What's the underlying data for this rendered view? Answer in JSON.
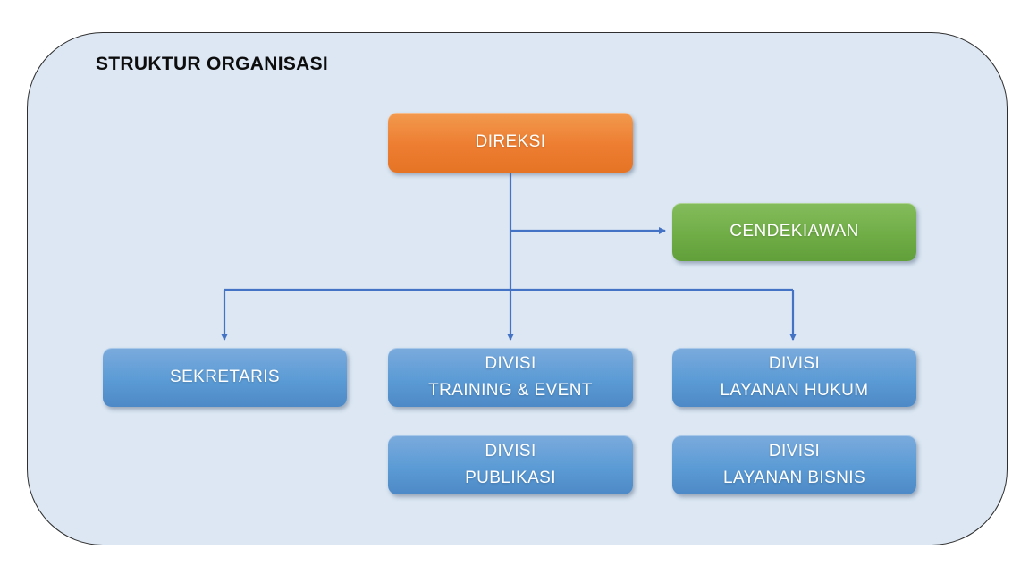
{
  "title": "STRUKTUR ORGANISASI",
  "colors": {
    "canvas_background": "#dce7f3",
    "canvas_border": "#2f2f2f",
    "connector": "#4472c4",
    "node_orange": "#ed7d31",
    "node_green": "#70ad47",
    "node_blue": "#5b9bd5",
    "node_text": "#ffffff"
  },
  "nodes": {
    "direksi": {
      "label": "DIREKSI"
    },
    "cendekiawan": {
      "label": "CENDEKIAWAN"
    },
    "sekretaris": {
      "label": "SEKRETARIS"
    },
    "training": {
      "label": "DIVISI\nTRAINING & EVENT"
    },
    "hukum": {
      "label": "DIVISI\nLAYANAN HUKUM"
    },
    "publikasi": {
      "label": "DIVISI\nPUBLIKASI"
    },
    "bisnis": {
      "label": "DIVISI\nLAYANAN BISNIS"
    }
  },
  "edges": [
    {
      "from": "direksi",
      "to": "cendekiawan"
    },
    {
      "from": "direksi",
      "to": "sekretaris"
    },
    {
      "from": "direksi",
      "to": "training"
    },
    {
      "from": "direksi",
      "to": "hukum"
    }
  ]
}
